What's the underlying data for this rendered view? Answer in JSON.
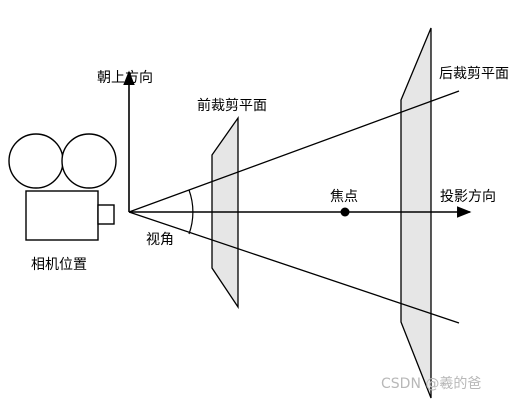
{
  "labels": {
    "up_direction": "朝上方向",
    "near_clip_plane": "前裁剪平面",
    "far_clip_plane": "后裁剪平面",
    "camera_position": "相机位置",
    "view_angle": "视角",
    "focus": "焦点",
    "projection_direction": "投影方向"
  },
  "watermark": "CSDN @羲的爸",
  "colors": {
    "stroke": "#000000",
    "plane_fill": "#e6e6e6",
    "watermark": "#b8b8b8"
  }
}
